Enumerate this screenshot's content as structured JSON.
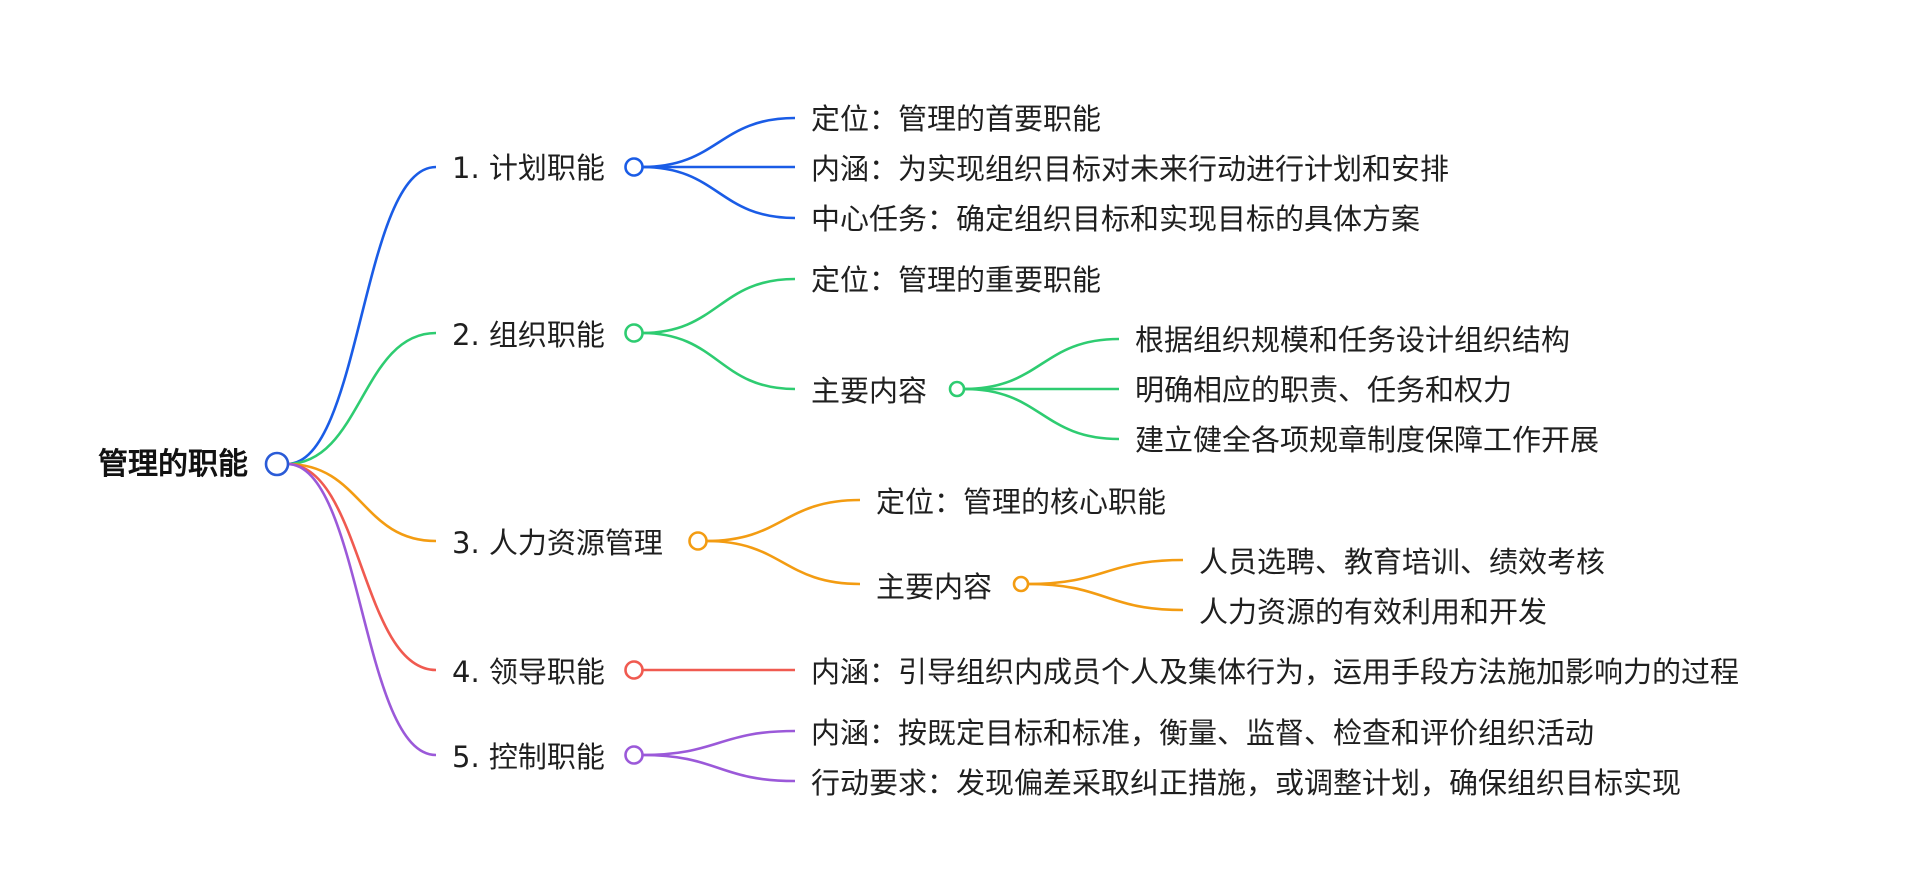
{
  "root": {
    "label": "管理的职能",
    "color": "#2a5bd7"
  },
  "branches": [
    {
      "label": "1. 计划职能",
      "color": "#1a5ce6",
      "children": [
        {
          "label": "定位：管理的首要职能"
        },
        {
          "label": "内涵：为实现组织目标对未来行动进行计划和安排"
        },
        {
          "label": "中心任务：确定组织目标和实现目标的具体方案"
        }
      ]
    },
    {
      "label": "2. 组织职能",
      "color": "#2ecc71",
      "children": [
        {
          "label": "定位：管理的重要职能"
        },
        {
          "label": "主要内容",
          "children": [
            {
              "label": "根据组织规模和任务设计组织结构"
            },
            {
              "label": "明确相应的职责、任务和权力"
            },
            {
              "label": "建立健全各项规章制度保障工作开展"
            }
          ]
        }
      ]
    },
    {
      "label": "3. 人力资源管理",
      "color": "#f39c12",
      "children": [
        {
          "label": "定位：管理的核心职能"
        },
        {
          "label": "主要内容",
          "children": [
            {
              "label": "人员选聘、教育培训、绩效考核"
            },
            {
              "label": "人力资源的有效利用和开发"
            }
          ]
        }
      ]
    },
    {
      "label": "4. 领导职能",
      "color": "#f05a50",
      "children": [
        {
          "label": "内涵：引导组织内成员个人及集体行为，运用手段方法施加影响力的过程"
        }
      ]
    },
    {
      "label": "5. 控制职能",
      "color": "#9b59d9",
      "children": [
        {
          "label": "内涵：按既定目标和标准，衡量、监督、检查和评价组织活动"
        },
        {
          "label": "行动要求：发现偏差采取纠正措施，或调整计划，确保组织目标实现"
        }
      ]
    }
  ]
}
